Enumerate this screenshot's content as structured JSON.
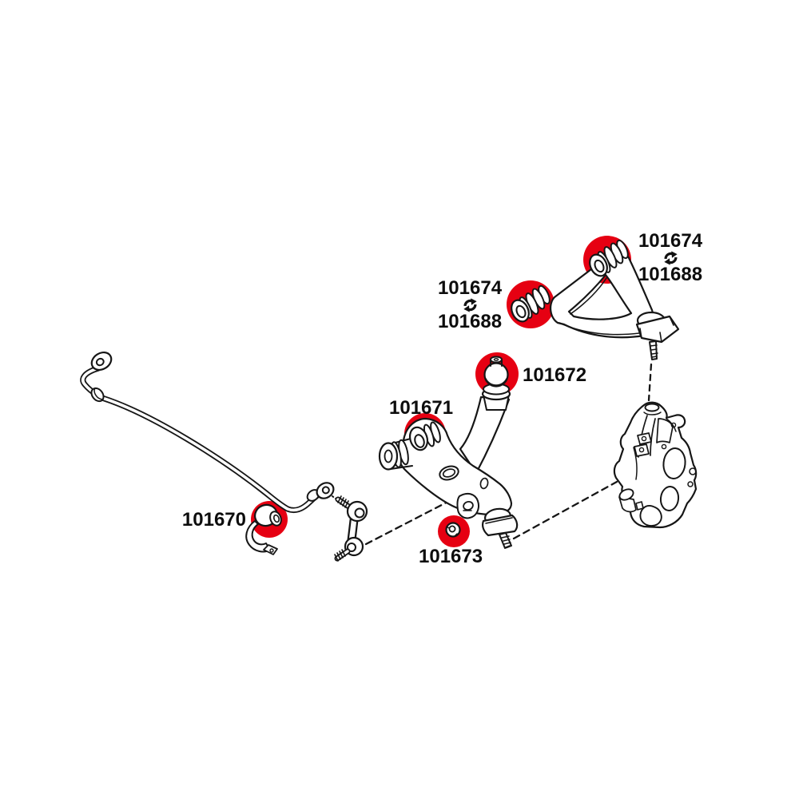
{
  "diagram": {
    "kind": "front-suspension-bushing-parts-diagram",
    "background_color": "#ffffff",
    "line_color": "#161616",
    "highlight_color": "#e60012",
    "labels": {
      "stabilizer_bar_bushing": "101670",
      "lower_arm_front_bushing": "101671",
      "lower_arm_rear_bushing": "101672",
      "stabilizer_link_bushing": "101673",
      "upper_arm_bushing": "101674",
      "upper_arm_bushing_alt": "101688"
    },
    "icons": {
      "interchange": "circular-swap-arrows"
    },
    "callouts": [
      {
        "part_number": "101670",
        "target": "stabilizer-bar-bushing"
      },
      {
        "part_number": "101671",
        "target": "lower-control-arm-front-bushing"
      },
      {
        "part_number": "101672",
        "target": "lower-control-arm-rear-bushing"
      },
      {
        "part_number": "101673",
        "target": "stabilizer-link-bushing"
      },
      {
        "part_number": "101674",
        "paired_with": "101688",
        "target": "upper-control-arm-front-bushing"
      },
      {
        "part_number": "101674",
        "paired_with": "101688",
        "target": "upper-control-arm-rear-bushing"
      }
    ]
  }
}
